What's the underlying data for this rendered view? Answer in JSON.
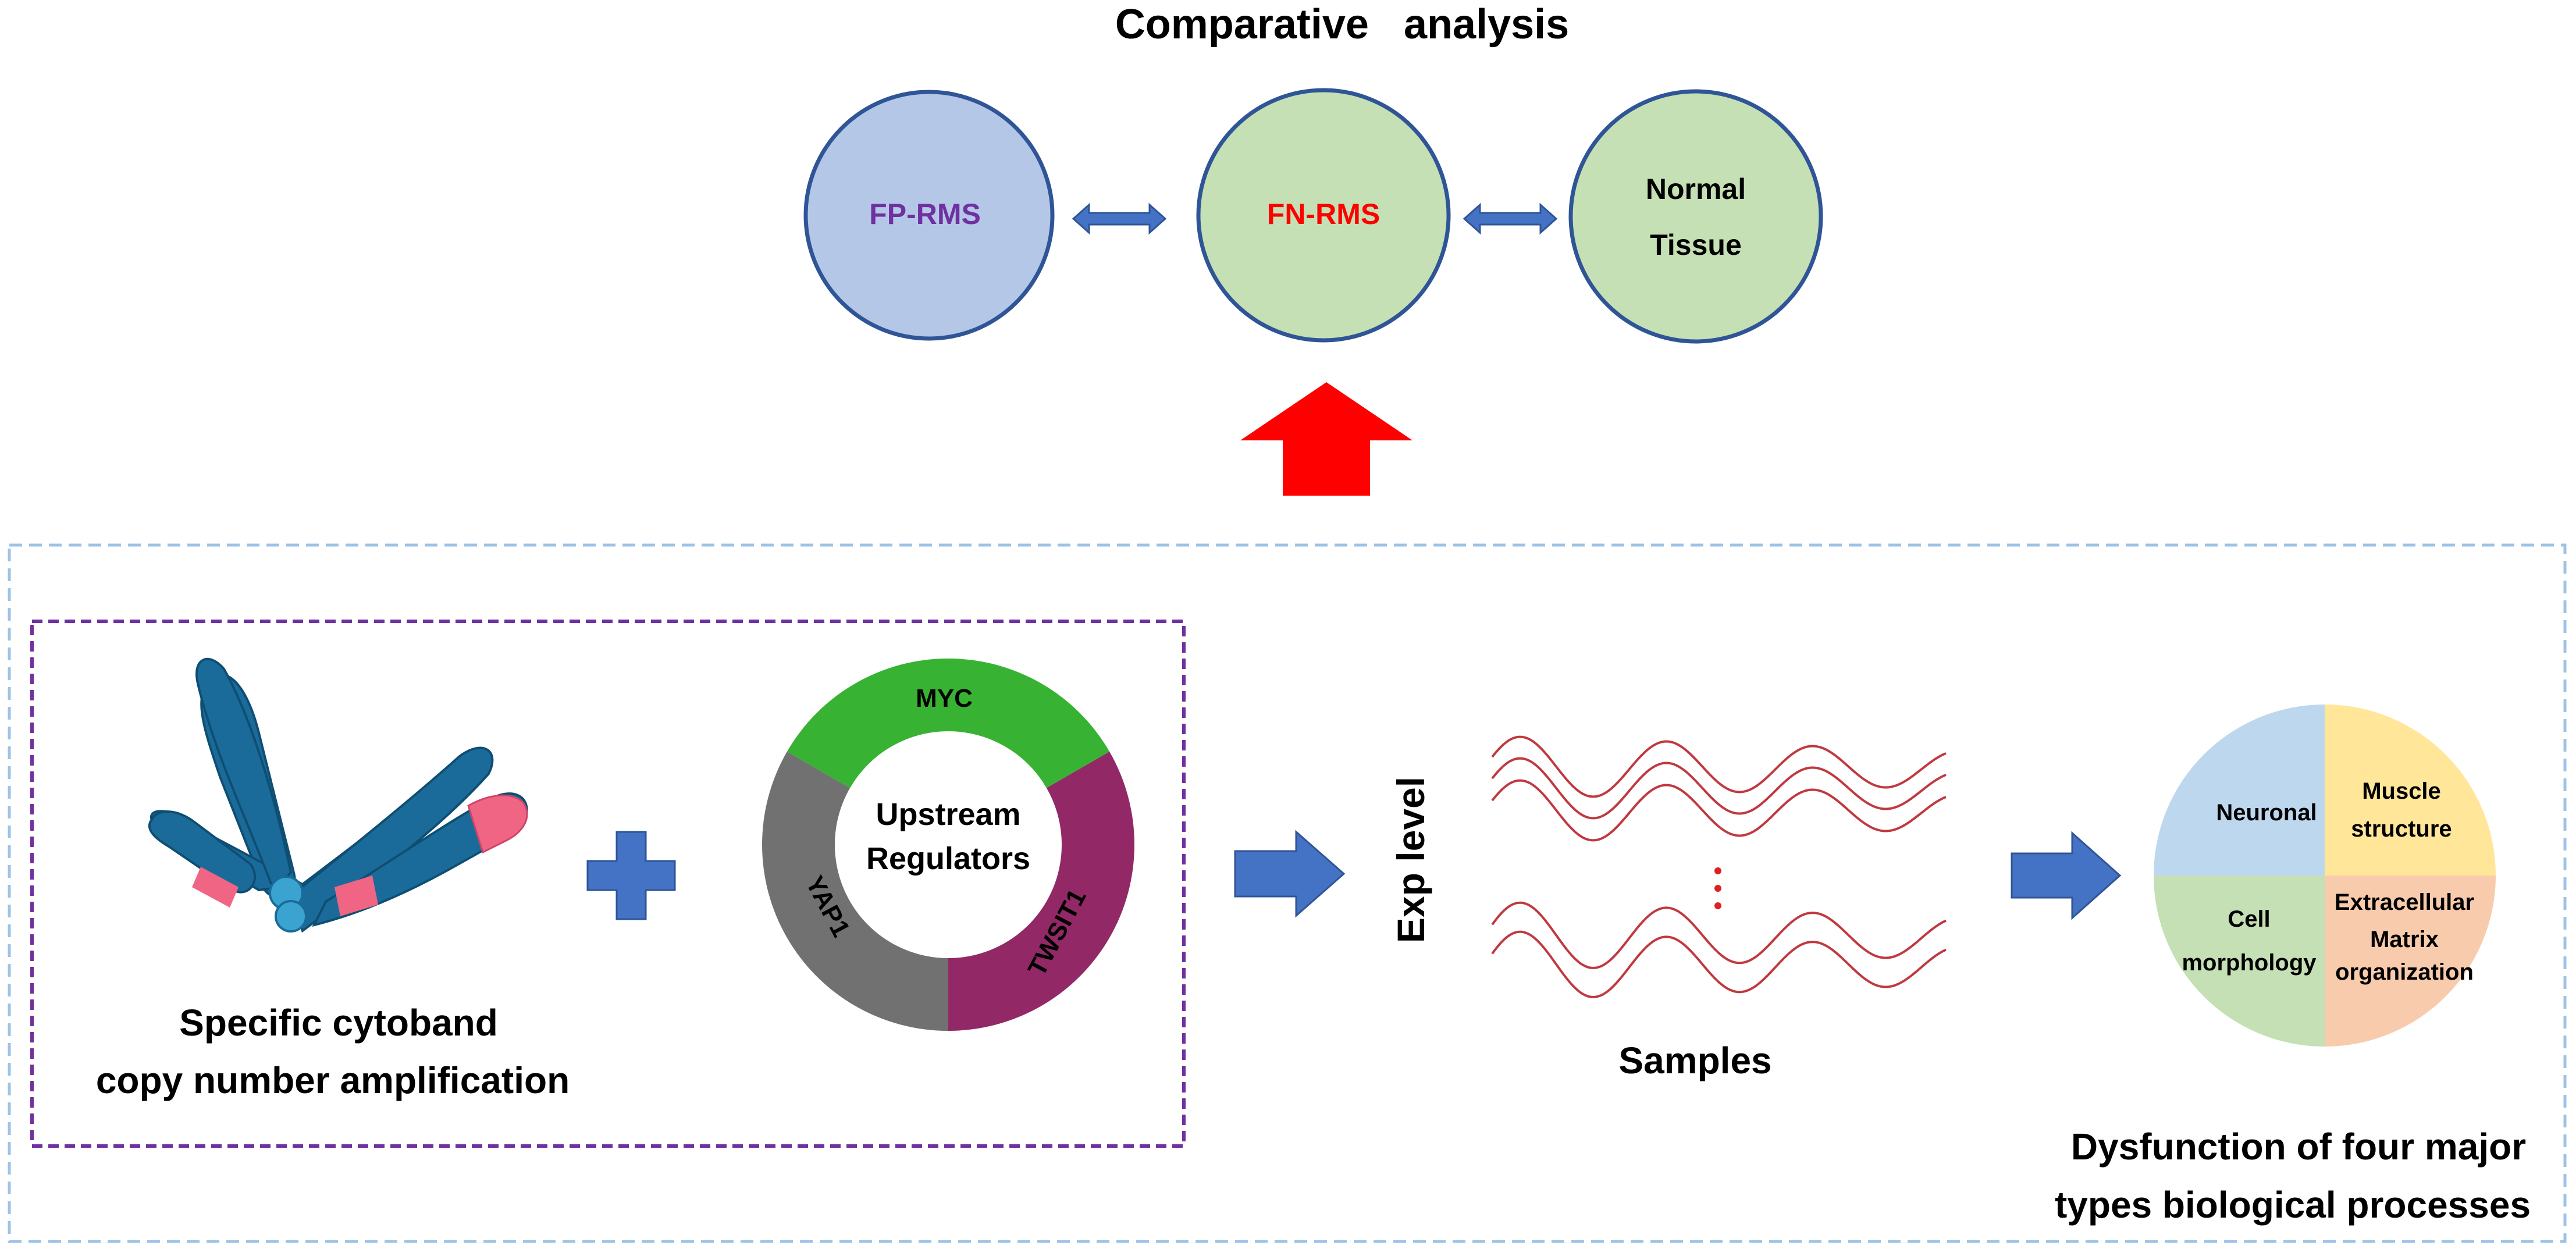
{
  "title": "Comparative   analysis",
  "comparison": {
    "fp_rms": "FP-RMS",
    "fn_rms": "FN-RMS",
    "normal_line1": "Normal",
    "normal_line2": "Tissue"
  },
  "regulators": {
    "center_line1": "Upstream",
    "center_line2": "Regulators",
    "segments": [
      "MYC",
      "TWSIT1",
      "YAP1"
    ]
  },
  "cytoband": {
    "line1": "Specific cytoband",
    "line2": "copy number amplification"
  },
  "expression": {
    "axis_label": "Exp level",
    "samples_label": "Samples"
  },
  "processes": {
    "quadrants": {
      "neuronal": "Neuronal",
      "muscle_line1": "Muscle",
      "muscle_line2": "structure",
      "cell_line1": "Cell",
      "cell_line2": "morphology",
      "ecm_line1": "Extracellular",
      "ecm_line2": "Matrix",
      "ecm_line3": "organization"
    },
    "caption_line1": "Dysfunction of four major",
    "caption_line2": "types biological processes"
  },
  "colors": {
    "fp_text": "#7030a0",
    "fn_text": "#ff0000",
    "fp_fill": "#b4c7e7",
    "green_fill": "#c5e0b4",
    "circle_stroke": "#2f5597",
    "arrow_blue": "#4472c4",
    "arrow_red": "#ff0000",
    "myc": "#38b233",
    "twsit1": "#922966",
    "yap1": "#717171",
    "wave": "#c0393f",
    "q_neuronal": "#bdd7ee",
    "q_muscle": "#ffe699",
    "q_cell": "#c5e0b4",
    "q_ecm": "#f8cbad",
    "chromosome": "#1b6b9a",
    "band": "#f06583"
  },
  "icons": [
    "double-arrow-icon",
    "upward-arrow-icon",
    "plus-icon",
    "right-arrow-icon",
    "chromosome-icon"
  ]
}
